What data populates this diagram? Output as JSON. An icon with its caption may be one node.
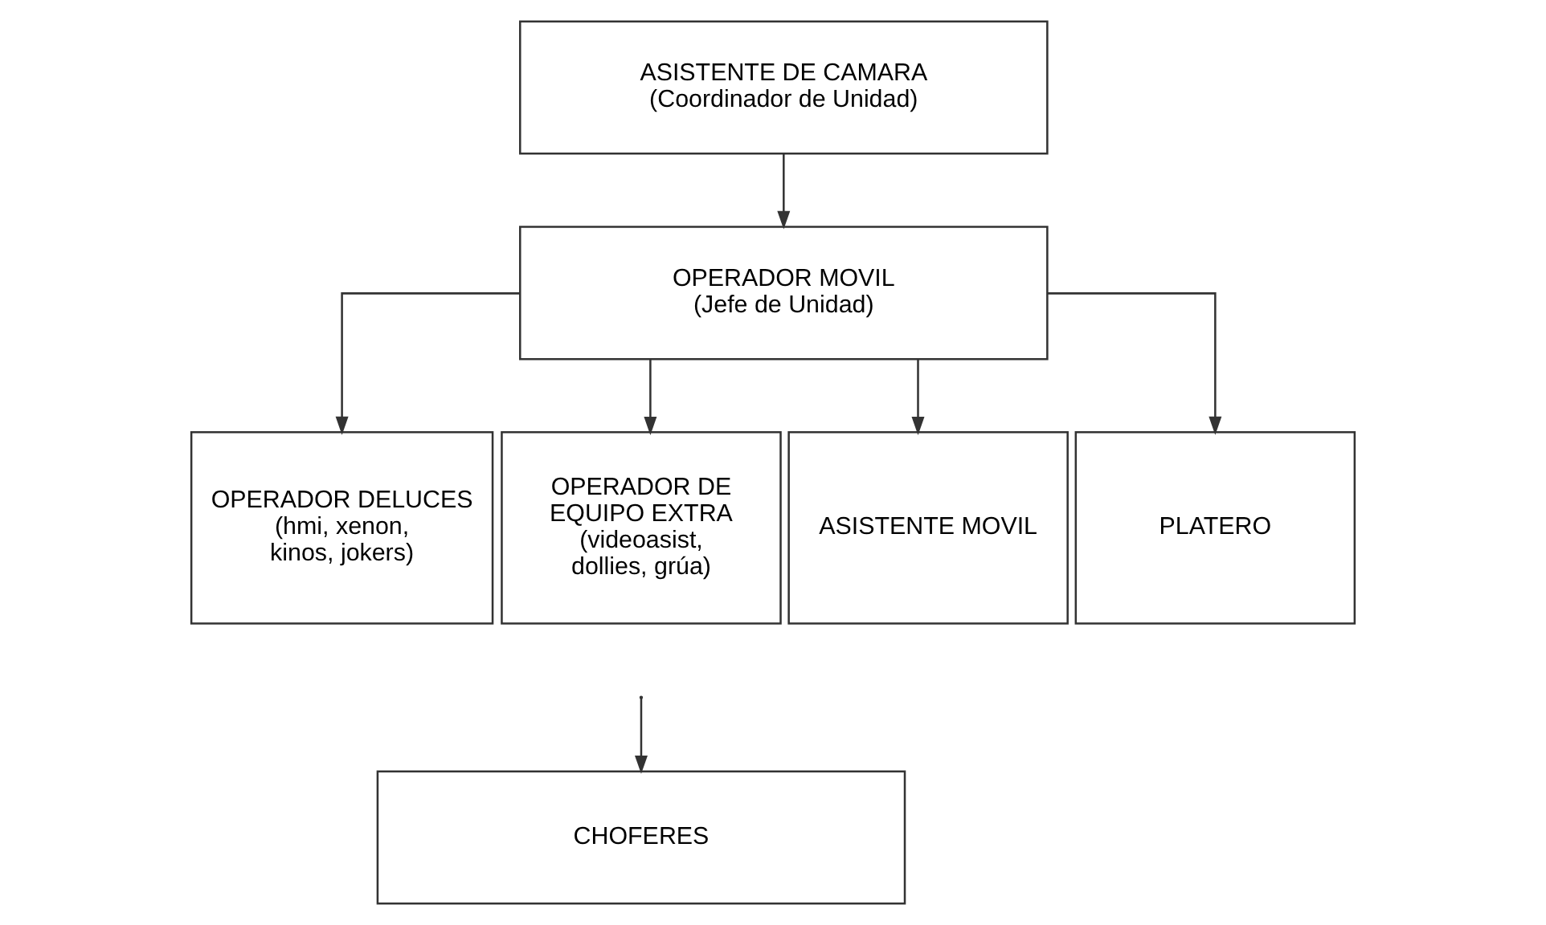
{
  "diagram": {
    "nodes": [
      {
        "text": [
          "ASISTENTE DE CAMARA",
          "(Coordinador de Unidad)"
        ]
      },
      {
        "text": [
          "OPERADOR MOVIL",
          "(Jefe de Unidad)"
        ]
      },
      {
        "text": [
          "OPERADOR DELUCES",
          "(hmi, xenon, kinos, jokers)"
        ]
      },
      {
        "text": [
          "OPERADOR DE EQUIPO EXTRA",
          "(videoasist, dollies, grúa)"
        ]
      },
      {
        "text": [
          "ASISTENTE MOVIL"
        ]
      },
      {
        "text": [
          "PLATERO"
        ]
      },
      {
        "text": [
          "CHOFERES"
        ]
      }
    ],
    "edges": [
      {
        "from": 0,
        "to": 1,
        "arrow": "to"
      },
      {
        "from": 1,
        "to": 2,
        "arrow": "to"
      },
      {
        "from": 1,
        "to": 3,
        "arrow": "to"
      },
      {
        "from": 1,
        "to": 4,
        "arrow": "to"
      },
      {
        "from": 1,
        "to": 5,
        "arrow": "to"
      },
      {
        "from": null,
        "to": 6,
        "arrow": "to"
      }
    ]
  }
}
